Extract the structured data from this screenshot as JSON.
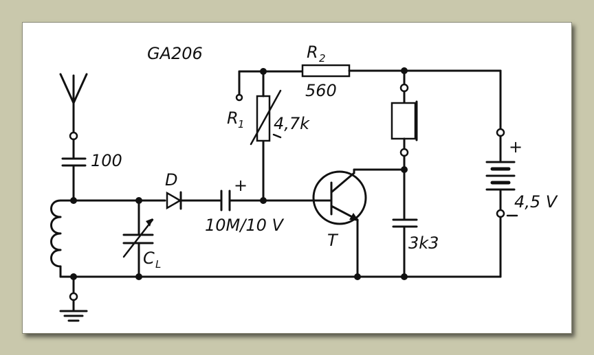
{
  "labels": {
    "diode_part": "GA206",
    "r2": "R",
    "r2_sub": "2",
    "r2_value": "560",
    "r1": "R",
    "r1_sub": "1",
    "r1_value": "4,7k",
    "antenna_cap": "100",
    "diode": "D",
    "coupling_cap": "10M/10 V",
    "transistor": "T",
    "emitter_cap": "3k3",
    "tuning_cap": "C",
    "tuning_cap_sub": "L",
    "battery_plus": "+",
    "battery_voltage": "4,5 V",
    "cap_plus": "+"
  }
}
